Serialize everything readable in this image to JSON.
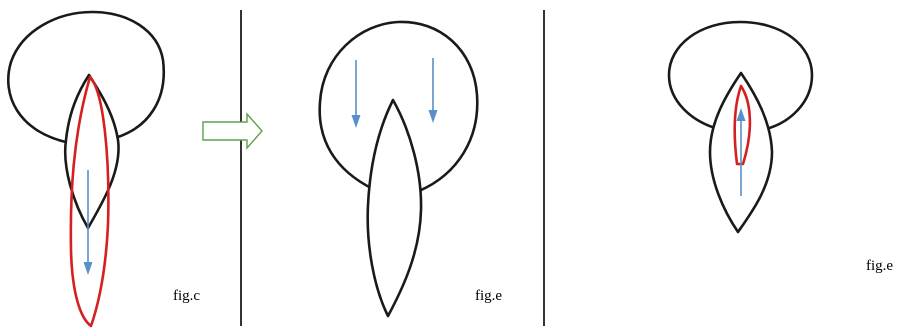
{
  "panels": [
    {
      "id": "panel-1",
      "caption": "fig.c"
    },
    {
      "id": "panel-2",
      "caption": "fig.e"
    },
    {
      "id": "panel-3",
      "caption": "fig.e"
    }
  ],
  "colors": {
    "outline": "#1a1a1a",
    "highlight_loop": "#d42020",
    "flow_arrow": "#5b8fc7",
    "transition_arrow": "#5fa04a",
    "divider": "#000000"
  }
}
